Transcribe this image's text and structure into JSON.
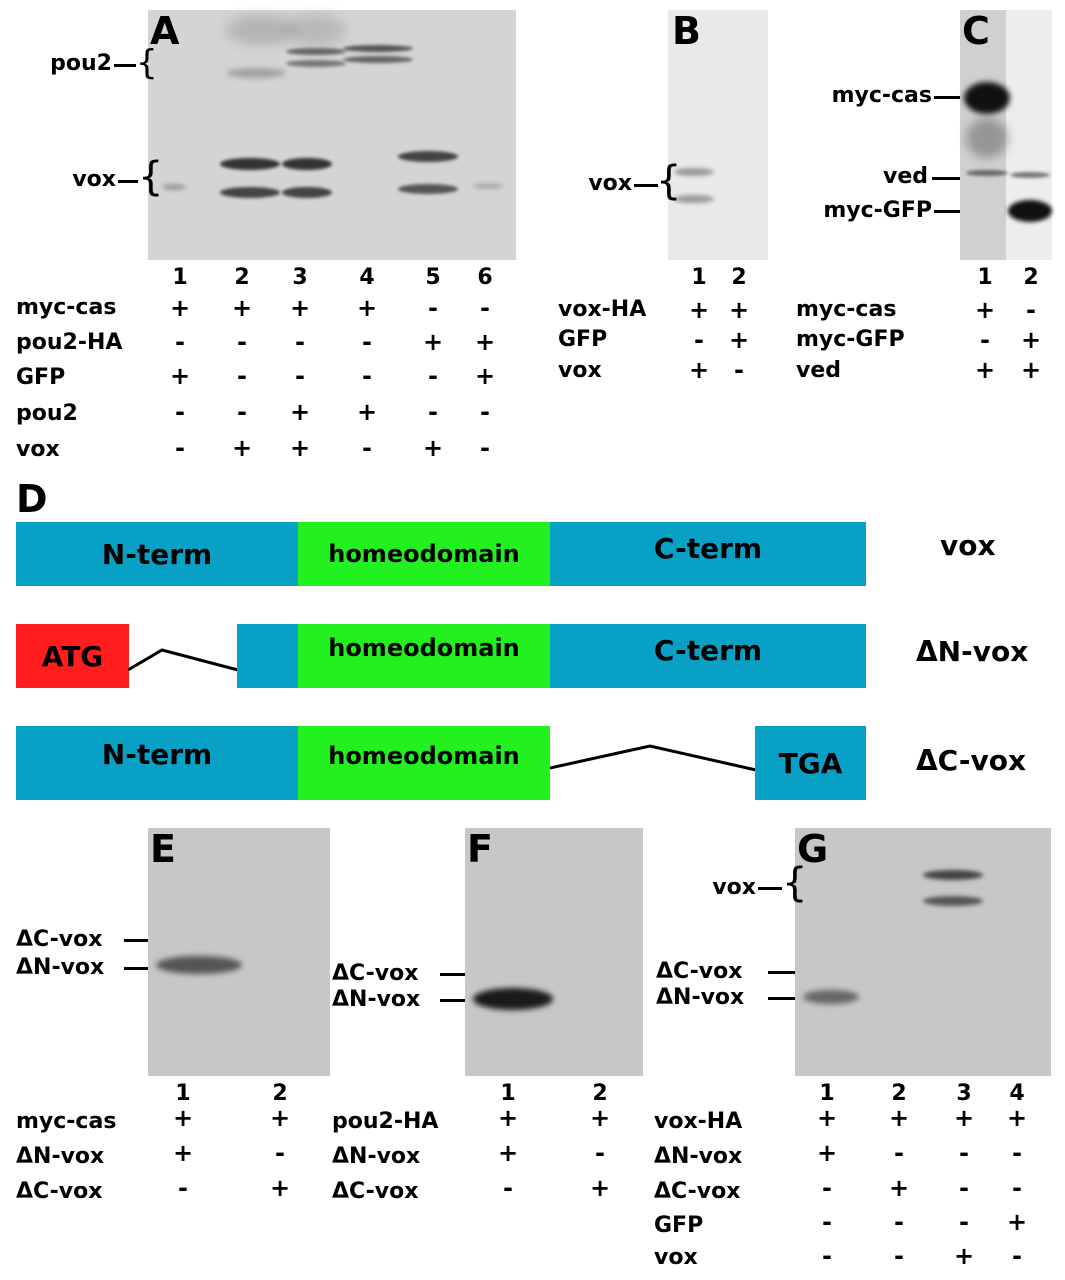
{
  "panels": {
    "A": {
      "letter": "A",
      "markers": [
        "pou2",
        "vox"
      ],
      "lanes": [
        "1",
        "2",
        "3",
        "4",
        "5",
        "6"
      ],
      "rows": [
        {
          "label": "myc-cas",
          "values": [
            "+",
            "+",
            "+",
            "+",
            "-",
            "-"
          ]
        },
        {
          "label": "pou2-HA",
          "values": [
            "-",
            "-",
            "-",
            "-",
            "+",
            "+"
          ]
        },
        {
          "label": "GFP",
          "values": [
            "+",
            "-",
            "-",
            "-",
            "-",
            "+"
          ]
        },
        {
          "label": "pou2",
          "values": [
            "-",
            "-",
            "+",
            "+",
            "-",
            "-"
          ]
        },
        {
          "label": "vox",
          "values": [
            "-",
            "+",
            "+",
            "-",
            "+",
            "-"
          ]
        }
      ]
    },
    "B": {
      "letter": "B",
      "markers": [
        "vox"
      ],
      "lanes": [
        "1",
        "2"
      ],
      "rows": [
        {
          "label": "vox-HA",
          "values": [
            "+",
            "+"
          ]
        },
        {
          "label": "GFP",
          "values": [
            "-",
            "+"
          ]
        },
        {
          "label": "vox",
          "values": [
            "+",
            "-"
          ]
        }
      ]
    },
    "C": {
      "letter": "C",
      "markers": [
        "myc-cas",
        "ved",
        "myc-GFP"
      ],
      "lanes": [
        "1",
        "2"
      ],
      "rows": [
        {
          "label": "myc-cas",
          "values": [
            "+",
            "-"
          ]
        },
        {
          "label": "myc-GFP",
          "values": [
            "-",
            "+"
          ]
        },
        {
          "label": "ved",
          "values": [
            "+",
            "+"
          ]
        }
      ]
    },
    "D": {
      "letter": "D",
      "constructs": [
        {
          "name": "vox",
          "segments": [
            "N-term",
            "homeodomain",
            "C-term"
          ]
        },
        {
          "name": "ΔN-vox",
          "segments": [
            "ATG",
            "homeodomain",
            "C-term"
          ]
        },
        {
          "name": "ΔC-vox",
          "segments": [
            "N-term",
            "homeodomain",
            "TGA"
          ]
        }
      ]
    },
    "E": {
      "letter": "E",
      "markers": [
        "ΔC-vox",
        "ΔN-vox"
      ],
      "lanes": [
        "1",
        "2"
      ],
      "rows": [
        {
          "label": "myc-cas",
          "values": [
            "+",
            "+"
          ]
        },
        {
          "label": "ΔN-vox",
          "values": [
            "+",
            "-"
          ]
        },
        {
          "label": "ΔC-vox",
          "values": [
            "-",
            "+"
          ]
        }
      ]
    },
    "F": {
      "letter": "F",
      "markers": [
        "ΔC-vox",
        "ΔN-vox"
      ],
      "lanes": [
        "1",
        "2"
      ],
      "rows": [
        {
          "label": "pou2-HA",
          "values": [
            "+",
            "+"
          ]
        },
        {
          "label": "ΔN-vox",
          "values": [
            "+",
            "-"
          ]
        },
        {
          "label": "ΔC-vox",
          "values": [
            "-",
            "+"
          ]
        }
      ]
    },
    "G": {
      "letter": "G",
      "markers": [
        "vox",
        "ΔC-vox",
        "ΔN-vox"
      ],
      "lanes": [
        "1",
        "2",
        "3",
        "4"
      ],
      "rows": [
        {
          "label": "vox-HA",
          "values": [
            "+",
            "+",
            "+",
            "+"
          ]
        },
        {
          "label": "ΔN-vox",
          "values": [
            "+",
            "-",
            "-",
            "-"
          ]
        },
        {
          "label": "ΔC-vox",
          "values": [
            "-",
            "+",
            "-",
            "-"
          ]
        },
        {
          "label": "GFP",
          "values": [
            "-",
            "-",
            "-",
            "+"
          ]
        },
        {
          "label": "vox",
          "values": [
            "-",
            "-",
            "+",
            "-"
          ]
        }
      ]
    }
  },
  "colors": {
    "blue": "#09a0c6",
    "green": "#22f01f",
    "red": "#ff1d1d"
  }
}
